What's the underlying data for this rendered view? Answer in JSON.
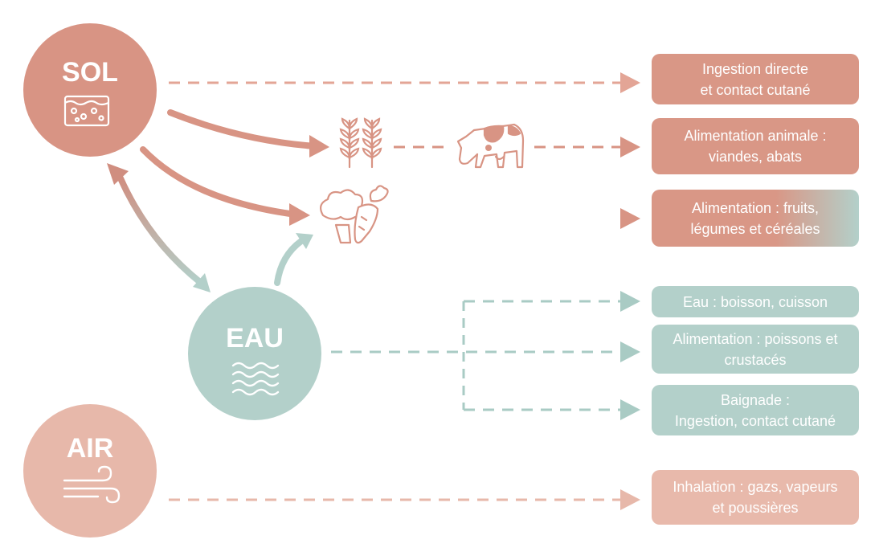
{
  "sources": {
    "sol": {
      "label": "SOL",
      "color": "#d89484"
    },
    "eau": {
      "label": "EAU",
      "color": "#b3d0ca"
    },
    "air": {
      "label": "AIR",
      "color": "#e7b8aa"
    }
  },
  "boxes": [
    {
      "line1": "Ingestion directe",
      "line2": "et contact cutané",
      "color": "#d99786"
    },
    {
      "line1": "Alimentation animale :",
      "line2": "viandes, abats",
      "color": "#d99786"
    },
    {
      "line1": "Alimentation : fruits,",
      "line2": "légumes et céréales",
      "gradient_from": "#d99786",
      "gradient_to": "#b3d0ca"
    },
    {
      "line1": "Eau : boisson, cuisson",
      "line2": "",
      "color": "#b3d0ca"
    },
    {
      "line1": "Alimentation : poissons et",
      "line2": "crustacés",
      "color": "#b3d0ca"
    },
    {
      "line1": "Baignade :",
      "line2": "Ingestion, contact cutané",
      "color": "#b3d0ca"
    },
    {
      "line1": "Inhalation : gazs, vapeurs",
      "line2": "et poussières",
      "color": "#e8b9ab"
    }
  ],
  "icons": [
    "soil-icon",
    "wheat-icon",
    "cow-icon",
    "vegetables-icon",
    "water-waves-icon",
    "wind-icon"
  ]
}
